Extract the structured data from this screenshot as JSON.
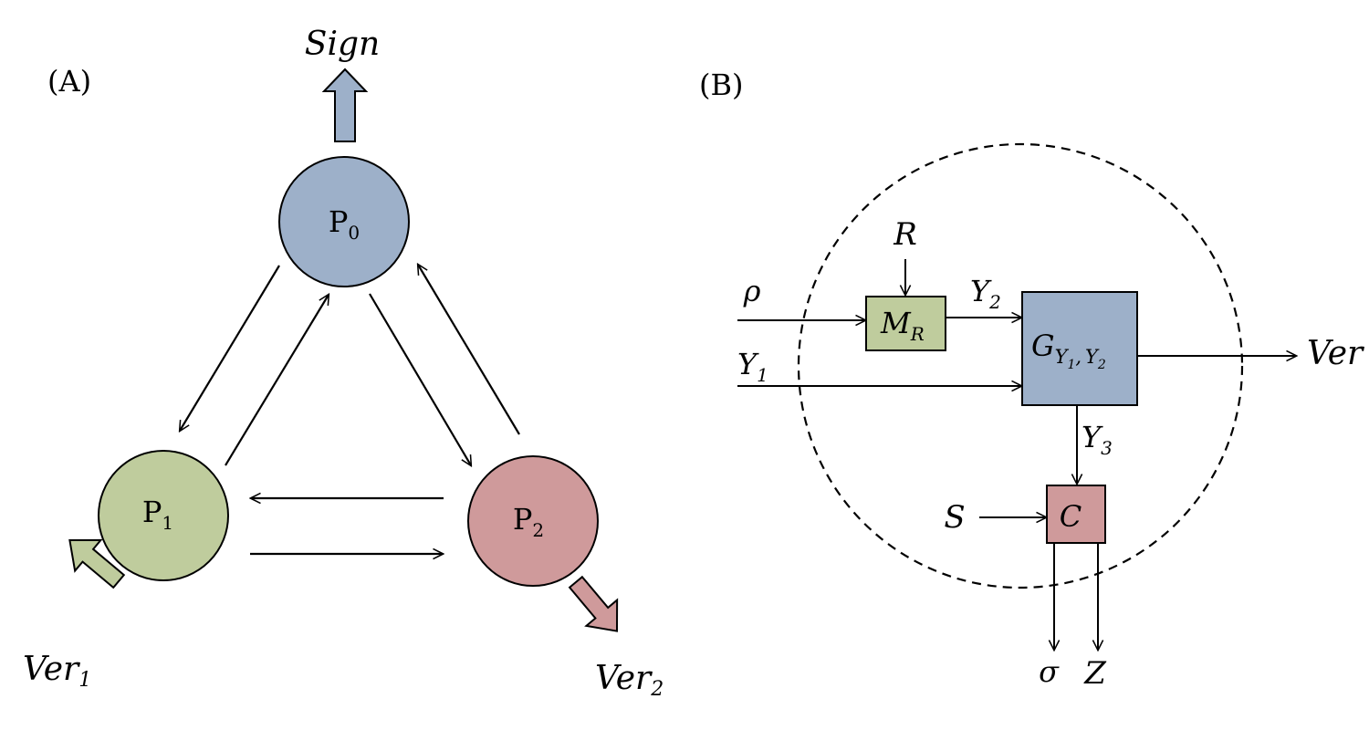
{
  "panel_a": {
    "label": "(A)",
    "sign": "Sign",
    "nodes": [
      {
        "letter": "P",
        "sub": "0",
        "color": "#9db0c9"
      },
      {
        "letter": "P",
        "sub": "1",
        "color": "#bfcc9d"
      },
      {
        "letter": "P",
        "sub": "2",
        "color": "#cf9a9b"
      }
    ],
    "ver1": {
      "base": "Ver",
      "sub": "1"
    },
    "ver2": {
      "base": "Ver",
      "sub": "2"
    }
  },
  "panel_b": {
    "label": "(B)",
    "inputs": {
      "rho": "ρ",
      "y1_base": "Y",
      "y1_sub": "1",
      "r": "R",
      "s": "S"
    },
    "mr_box": {
      "base": "M",
      "sub": "R",
      "color": "#bfcc9d"
    },
    "g_box": {
      "base": "G",
      "sub1_base": "Y",
      "sub1_sub": "1",
      "sep": ",",
      "sub2_base": "Y",
      "sub2_sub": "2",
      "color": "#9db0c9"
    },
    "c_box": {
      "label": "C",
      "color": "#cf9a9b"
    },
    "edges": {
      "y2_base": "Y",
      "y2_sub": "2",
      "y3_base": "Y",
      "y3_sub": "3"
    },
    "outputs": {
      "ver": "Ver",
      "sigma": "σ",
      "z": "Z"
    }
  }
}
